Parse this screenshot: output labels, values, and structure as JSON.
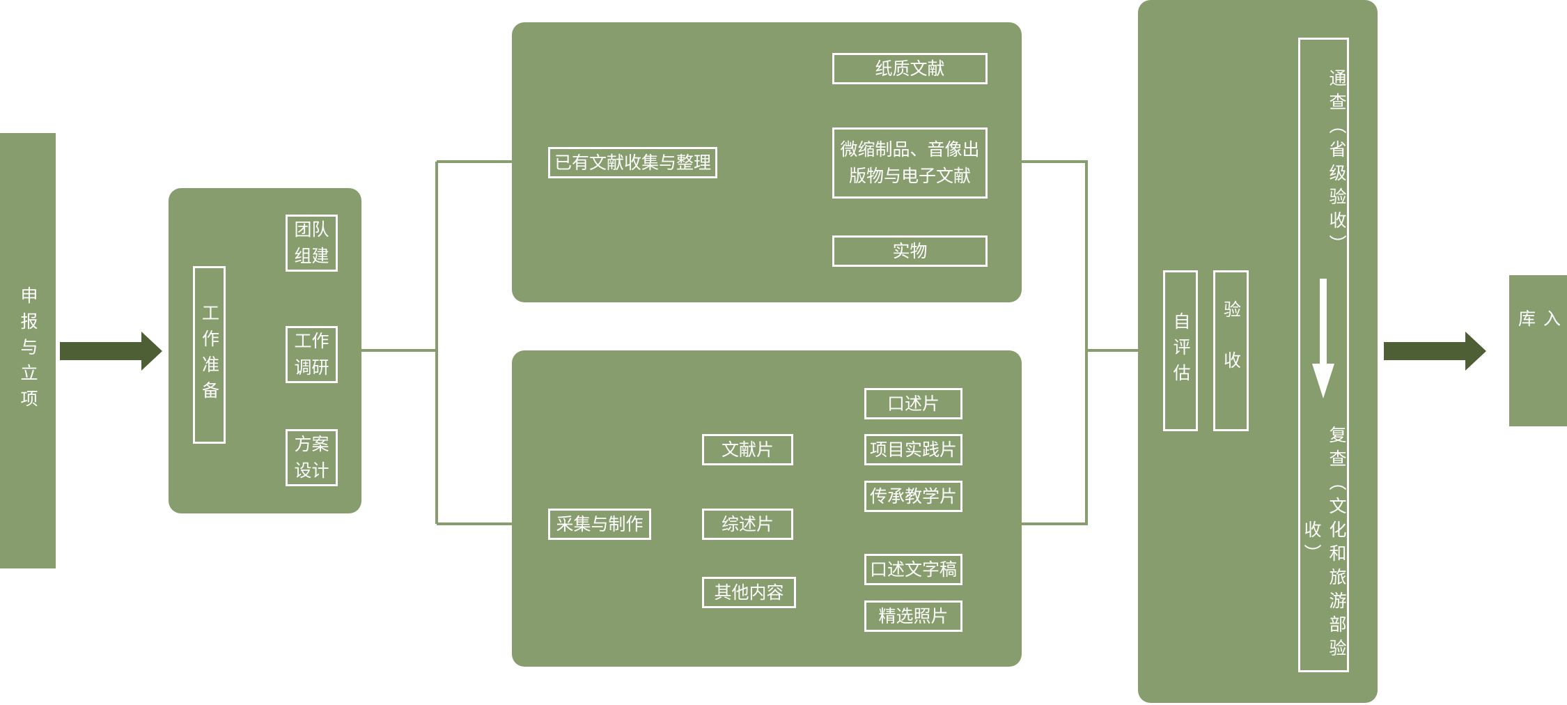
{
  "colors": {
    "panel": "#879d6d",
    "arrow": "#4e5e35",
    "line_white": "#ffffff",
    "line_green": "#879d6d",
    "background": "#ffffff"
  },
  "steps": {
    "apply": "申报与立项",
    "prep": {
      "title": "工作准备",
      "items": [
        "团队组建",
        "工作调研",
        "方案设计"
      ]
    },
    "literature": {
      "title": "已有文献收集与整理",
      "items": [
        "纸质文献",
        "微缩制品、音像出版物与电子文献",
        "实物"
      ]
    },
    "production": {
      "title": "采集与制作",
      "categories": [
        "文献片",
        "综述片",
        "其他内容"
      ],
      "doc_items": [
        "口述片",
        "项目实践片",
        "传承教学片"
      ],
      "other_items": [
        "口述文字稿",
        "精选照片"
      ]
    },
    "acceptance": {
      "self_eval": "自评估",
      "accept": "验收",
      "survey": "通查（省级验收）",
      "review": "复查（文化和旅游部验收）"
    },
    "store": "入库"
  },
  "icons": [
    "arrow-right-icon",
    "arrow-down-icon"
  ]
}
